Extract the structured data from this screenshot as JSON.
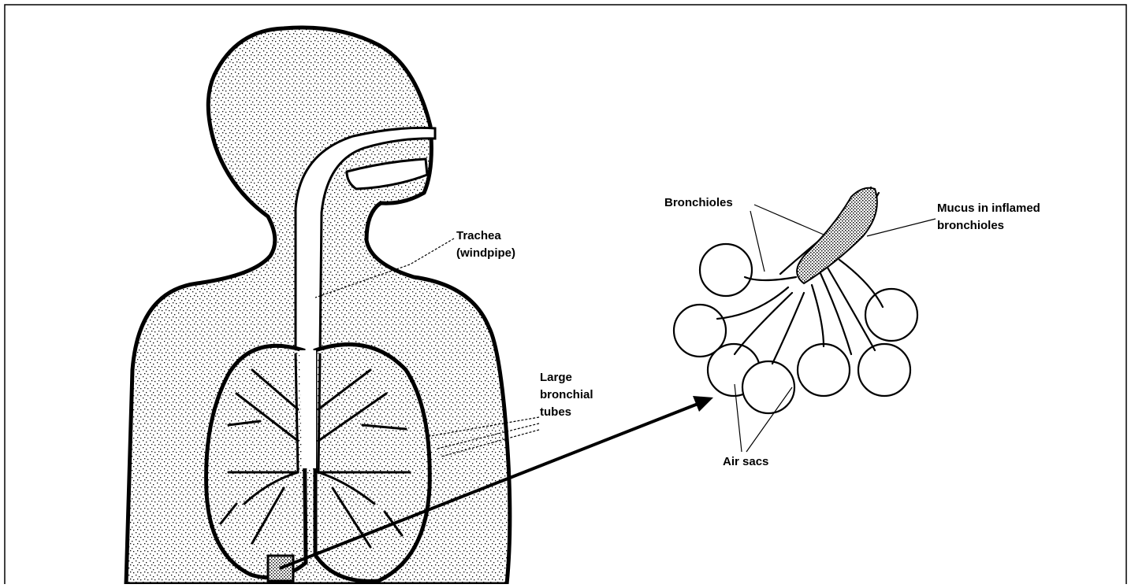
{
  "labels": {
    "trachea": [
      "Trachea",
      "(windpipe)"
    ],
    "bronchial": [
      "Large",
      "bronchial",
      "tubes"
    ],
    "bronchioles": "Bronchioles",
    "mucus": [
      "Mucus in inflamed",
      "bronchioles"
    ],
    "air_sacs": "Air sacs"
  }
}
